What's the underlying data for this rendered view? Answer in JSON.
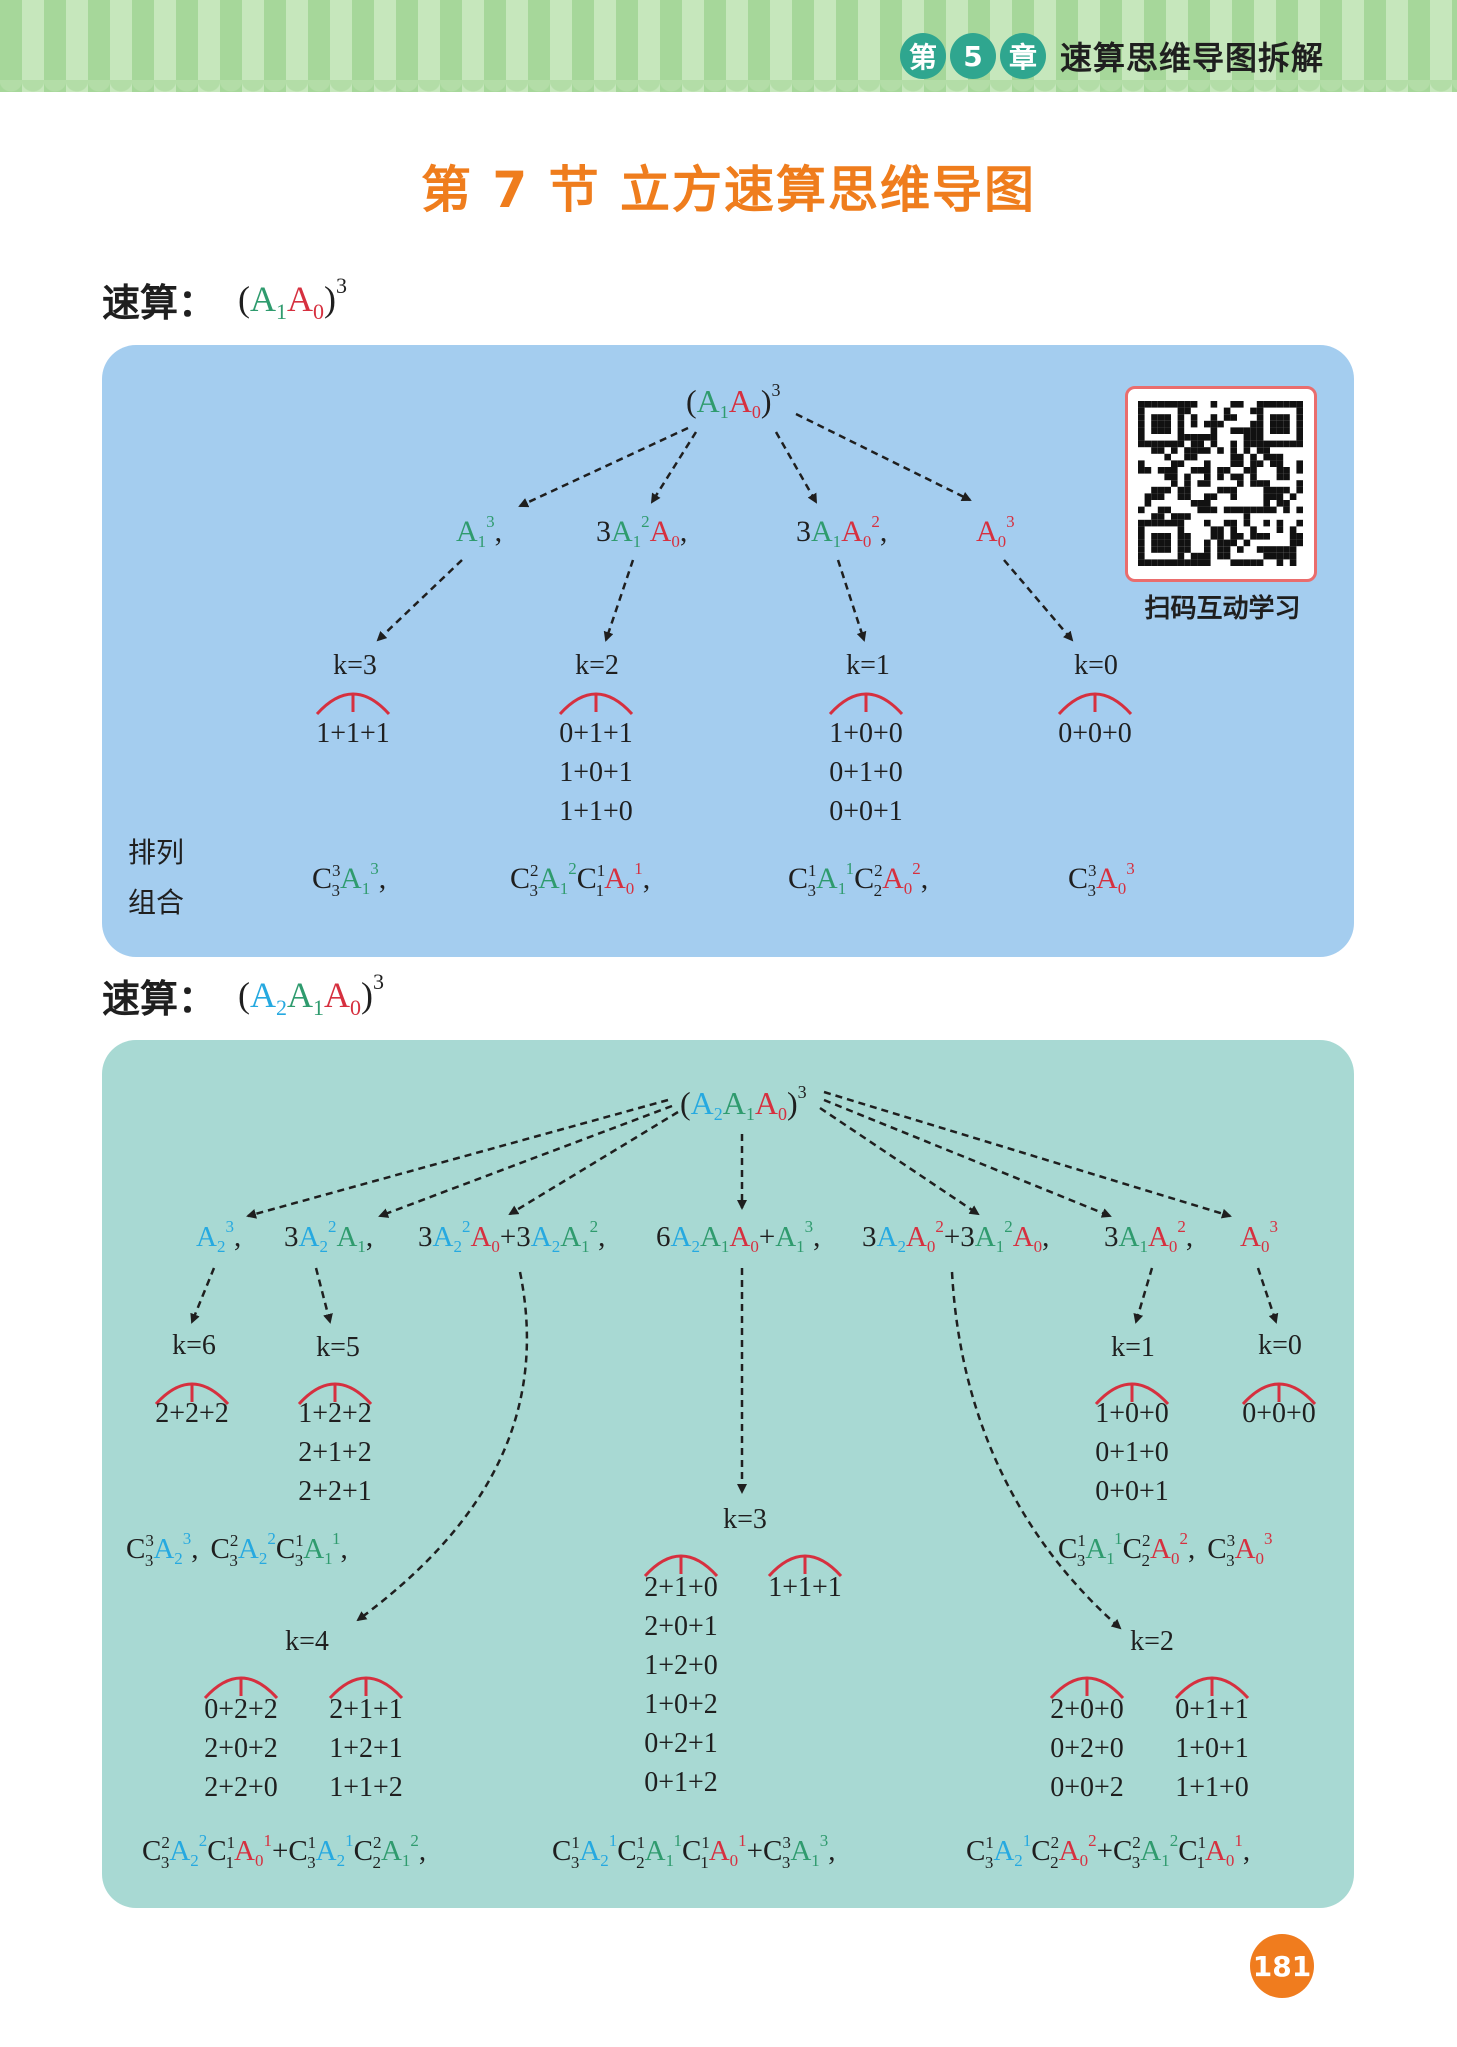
{
  "chapter": {
    "di": "第",
    "num": "5",
    "zhang": "章",
    "title": "速算思维导图拆解"
  },
  "title": "第 7 节  立方速算思维导图",
  "sec1": {
    "heading": "速算："
  },
  "sec2": {
    "heading": "速算："
  },
  "qr_label": "扫码互动学习",
  "pailie": [
    "排列",
    "组合"
  ],
  "page_number": "181",
  "k_labels": [
    "k=3",
    "k=2",
    "k=1",
    "k=0",
    "k=6",
    "k=5",
    "k=4",
    "k=3",
    "k=2",
    "k=1",
    "k=0"
  ],
  "sums": {
    "s1_k3": [
      "1+1+1"
    ],
    "s1_k2": [
      "0+1+1",
      "1+0+1",
      "1+1+0"
    ],
    "s1_k1": [
      "1+0+0",
      "0+1+0",
      "0+0+1"
    ],
    "s1_k0": [
      "0+0+0"
    ],
    "s2_k6": [
      "2+2+2"
    ],
    "s2_k5": [
      "1+2+2",
      "2+1+2",
      "2+2+1"
    ],
    "s2_k4a": [
      "0+2+2",
      "2+0+2",
      "2+2+0"
    ],
    "s2_k4b": [
      "2+1+1",
      "1+2+1",
      "1+1+2"
    ],
    "s2_k3a": [
      "2+1+0",
      "2+0+1",
      "1+2+0",
      "1+0+2",
      "0+2+1",
      "0+1+2"
    ],
    "s2_k3b": [
      "1+1+1"
    ],
    "s2_k2a": [
      "2+0+0",
      "0+2+0",
      "0+0+2"
    ],
    "s2_k2b": [
      "0+1+1",
      "1+0+1",
      "1+1+0"
    ],
    "s2_k1": [
      "1+0+0",
      "0+1+0",
      "0+0+1"
    ],
    "s2_k0": [
      "0+0+0"
    ]
  },
  "colors": {
    "title": "#ef7d1d",
    "green": "#2f9b6e",
    "red": "#d6303f",
    "blue": "#26a9e0",
    "black": "#1f1f1f"
  }
}
